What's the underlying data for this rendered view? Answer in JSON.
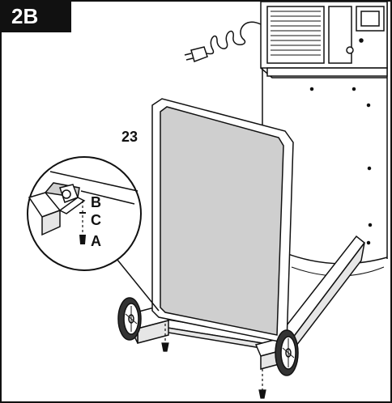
{
  "step": {
    "label": "2B"
  },
  "callouts": {
    "part_number": "23",
    "fastener_b": "B",
    "fastener_c": "C",
    "fastener_a": "A"
  },
  "colors": {
    "panel": "#cfcfcf",
    "stroke": "#111111",
    "badge": "#111111",
    "background": "#ffffff"
  }
}
